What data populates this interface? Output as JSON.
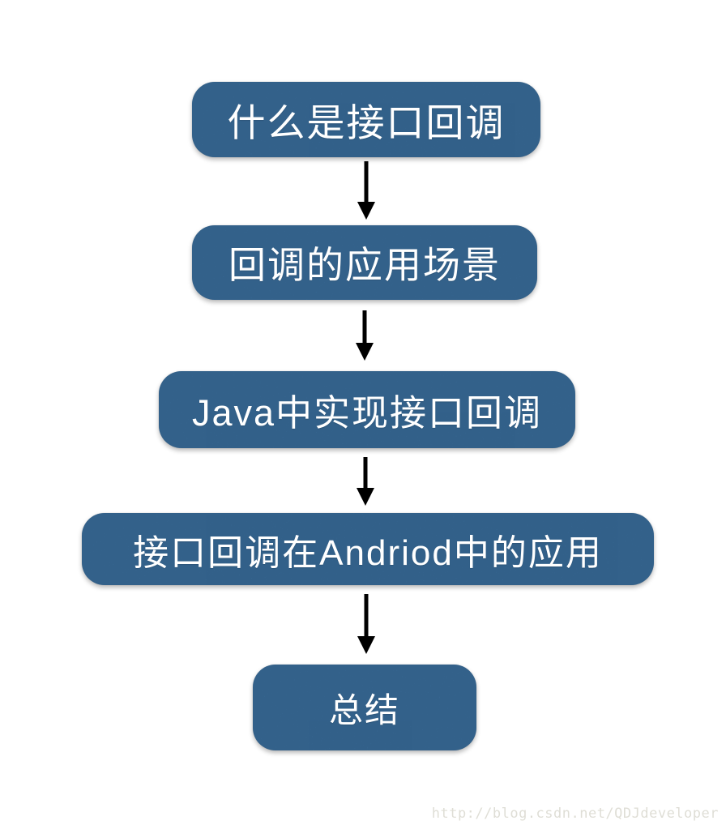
{
  "diagram": {
    "type": "flowchart",
    "direction": "top-down",
    "nodes": [
      {
        "id": "node-1",
        "label": "什么是接口回调"
      },
      {
        "id": "node-2",
        "label": "回调的应用场景"
      },
      {
        "id": "node-3",
        "label": "Java中实现接口回调"
      },
      {
        "id": "node-4",
        "label": "接口回调在Andriod中的应用"
      },
      {
        "id": "node-5",
        "label": "总结"
      }
    ],
    "edges": [
      {
        "from": "node-1",
        "to": "node-2"
      },
      {
        "from": "node-2",
        "to": "node-3"
      },
      {
        "from": "node-3",
        "to": "node-4"
      },
      {
        "from": "node-4",
        "to": "node-5"
      }
    ]
  },
  "watermark": {
    "text": "http://blog.csdn.net/QDJdeveloper"
  },
  "colors": {
    "background": "#ffffff",
    "node_fill": "#3d74a5",
    "node_text": "#ffffff",
    "arrow": "#000000",
    "watermark_text": "#dfded6"
  }
}
